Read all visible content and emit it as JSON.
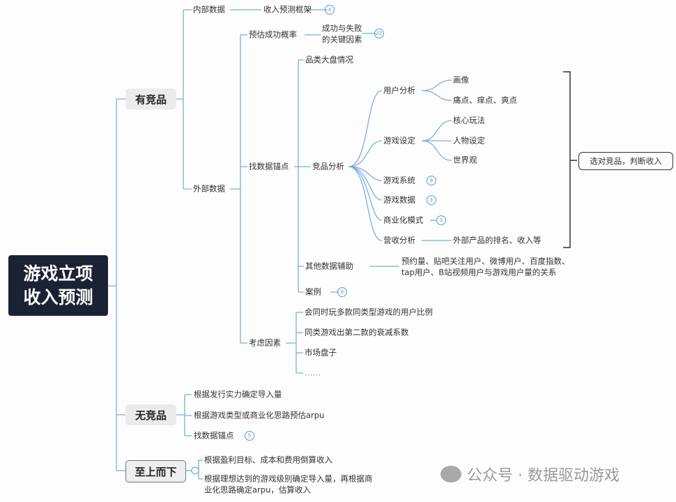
{
  "root": {
    "line1": "游戏立项",
    "line2": "收入预测"
  },
  "has_competitor": {
    "label": "有竞品",
    "internal": {
      "label": "内部数据",
      "child": "收入预测框架",
      "badge": "4"
    },
    "external": {
      "label": "外部数据",
      "success": {
        "label": "预估成功概率",
        "child1": "成功与失败",
        "child2": "的关键因素",
        "badge": "22"
      },
      "anchor": {
        "label": "找数据锚点",
        "market": "品类大盘情况",
        "competitor": {
          "label": "竞品分析",
          "user": {
            "label": "用户分析",
            "children": [
              "画像",
              "痛点、痒点、爽点"
            ]
          },
          "design": {
            "label": "游戏设定",
            "children": [
              "核心玩法",
              "人物设定",
              "世界观"
            ]
          },
          "system": {
            "label": "游戏系统",
            "badge": "8"
          },
          "data": {
            "label": "游戏数据",
            "badge": "3"
          },
          "monetization": {
            "label": "商业化模式",
            "badge": "3"
          },
          "revenue": {
            "label": "营收分析",
            "child": "外部产品的排名、收入等"
          },
          "summary": "选对竞品，判断收入"
        },
        "other": {
          "label": "其他数据辅助",
          "line1": "预约量、贴吧关注用户、微博用户、百度指数、",
          "line2": "tap用户、B站视频用户与游戏用户量的关系"
        },
        "cases": {
          "label": "案例",
          "badge": "6"
        }
      },
      "factors": {
        "label": "考虑因素",
        "children": [
          "会同时玩多款同类型游戏的用户比例",
          "同类游戏出第二款的衰减系数",
          "市场盘子",
          "……"
        ]
      }
    }
  },
  "no_competitor": {
    "label": "无竞品",
    "children": [
      "根据发行实力确定导入量",
      "根据游戏类型或商业化思路预估arpu",
      "找数据锚点"
    ],
    "badge": "5"
  },
  "top_down": {
    "label": "至上而下",
    "child1": "根据盈利目标、成本和费用倒算收入",
    "child2a": "根据理想达到的游戏级别确定导入量，再根据商",
    "child2b": "业化思路确定arpu，估算收入"
  },
  "watermark": "公众号 · 数据驱动游戏",
  "colors": {
    "line": "#5b9bd5",
    "root": "#1b2233"
  }
}
